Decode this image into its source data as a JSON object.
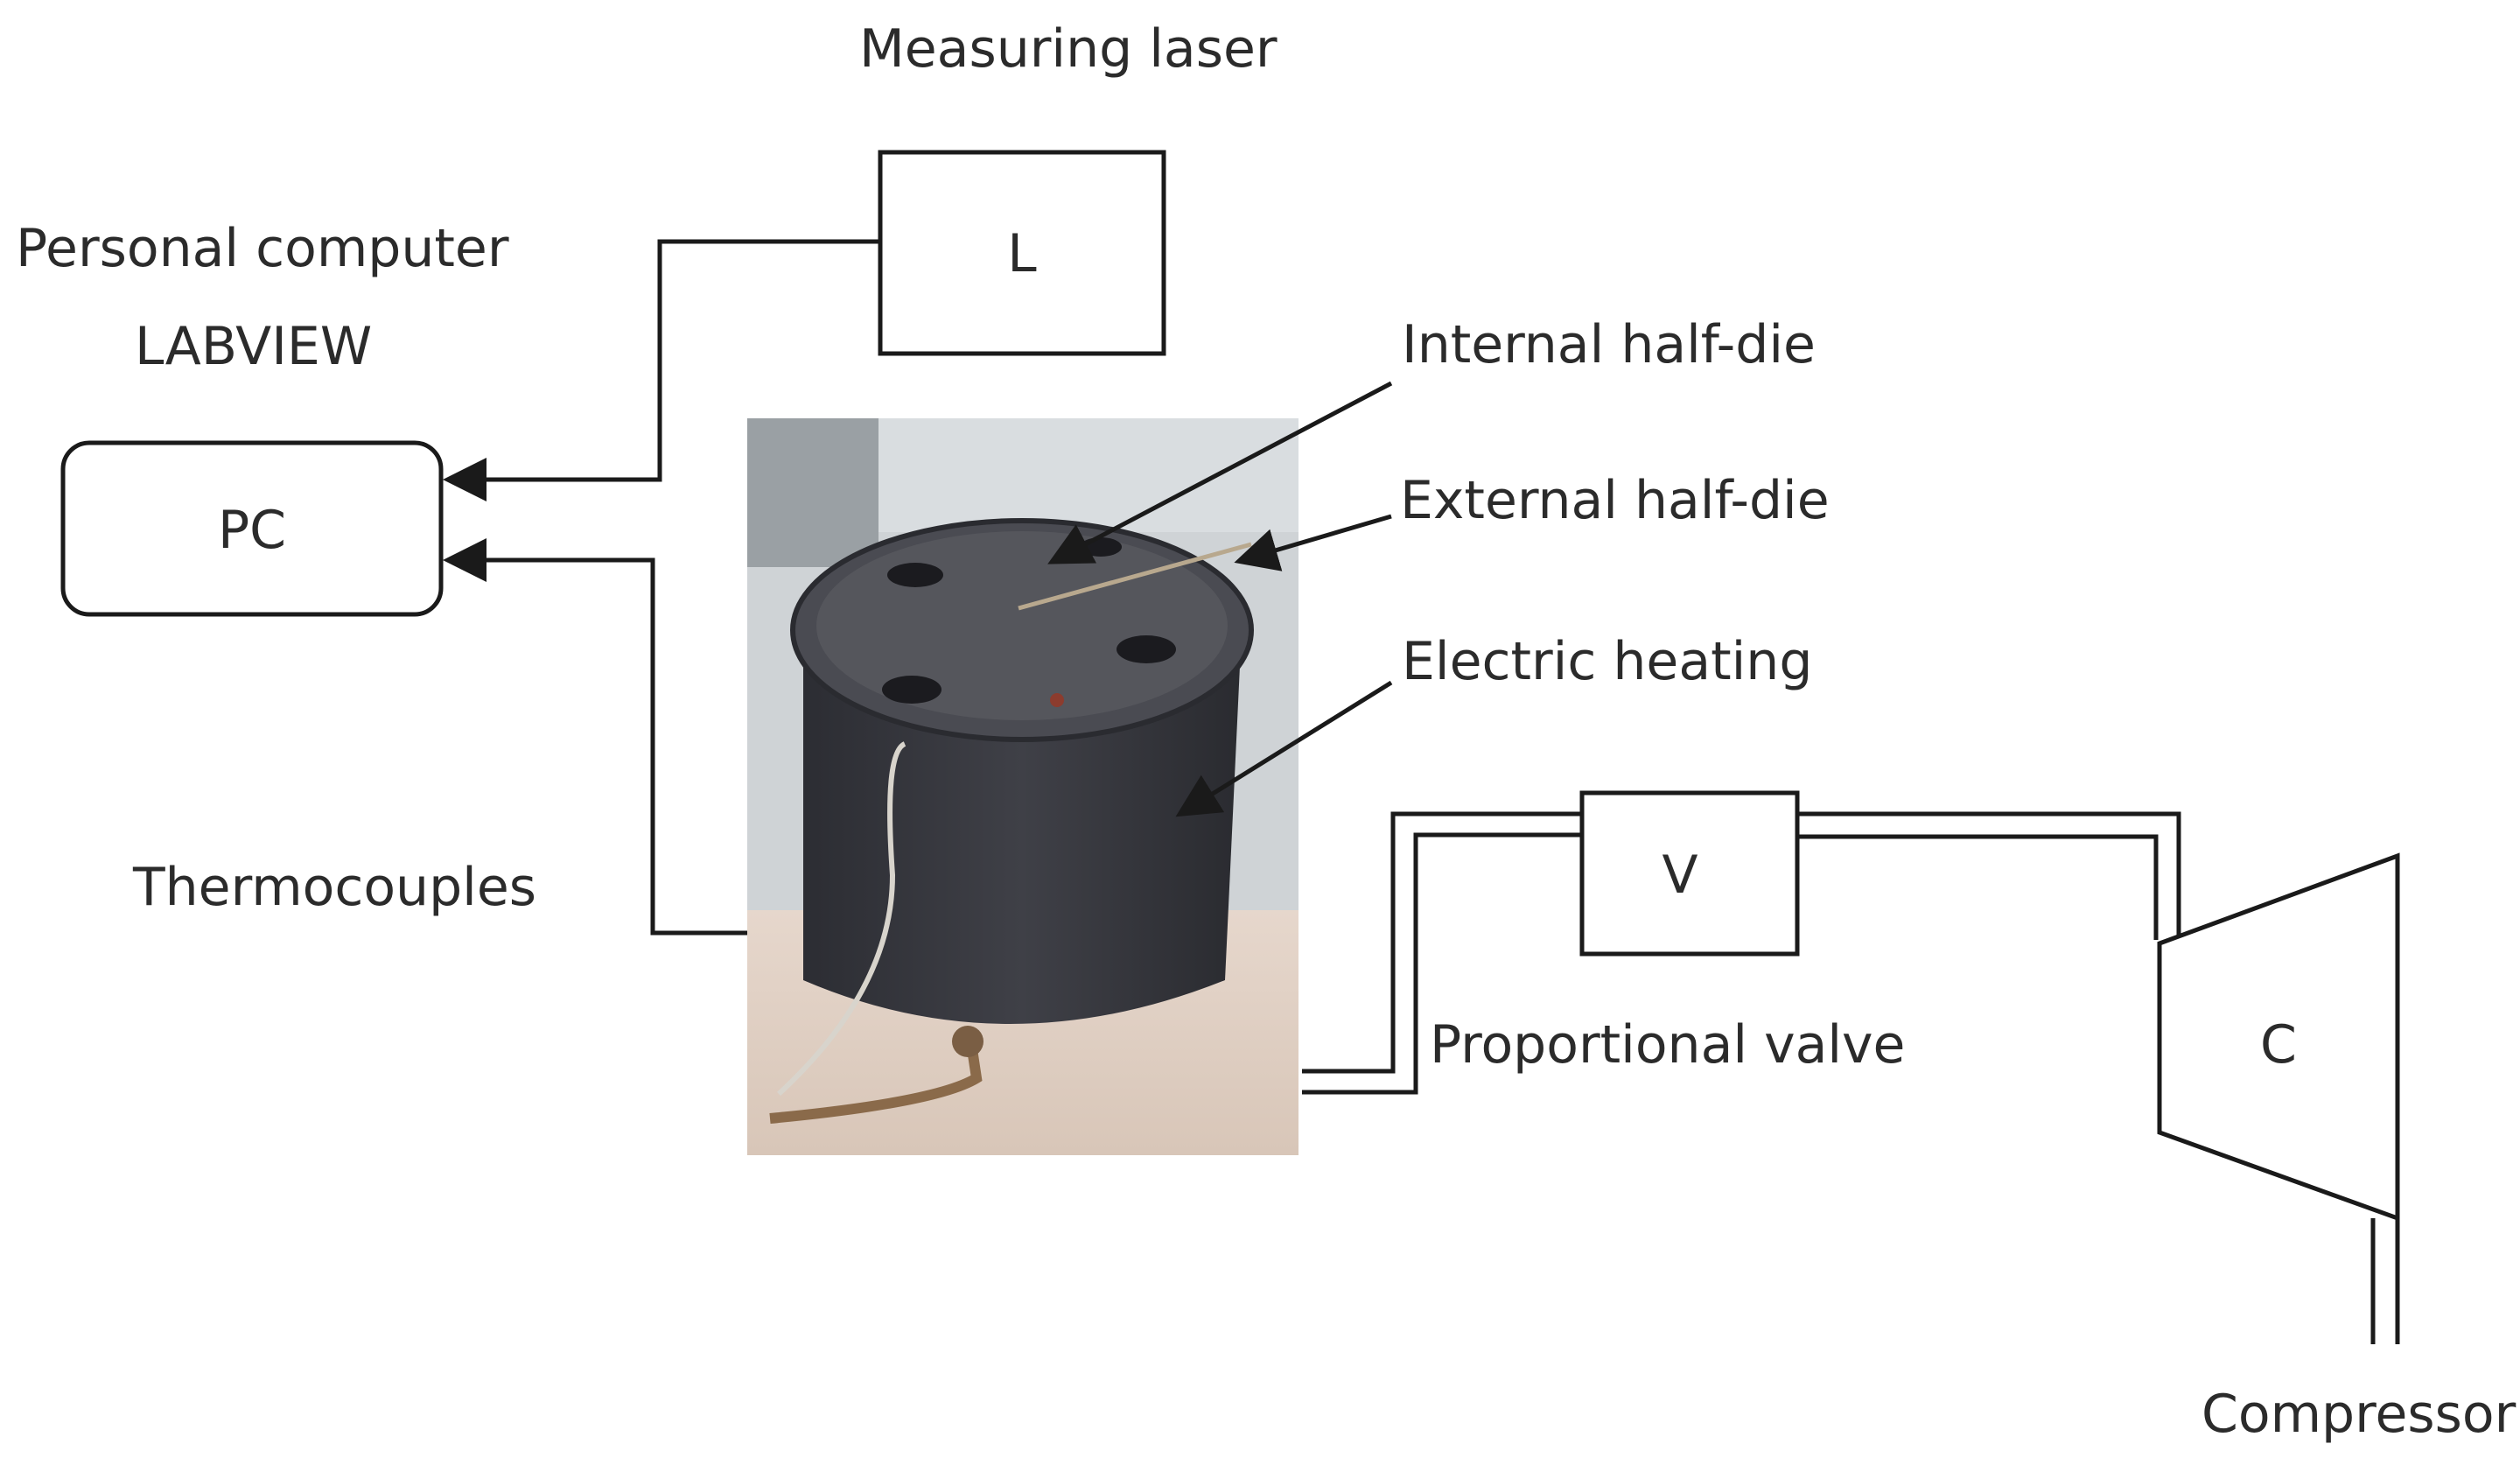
{
  "labels": {
    "measuring_laser": "Measuring laser",
    "personal_computer": "Personal computer",
    "labview": "LABVIEW",
    "internal_half_die": "Internal half-die",
    "external_half_die": "External half-die",
    "electric_heating": "Electric heating",
    "thermocouples": "Thermocouples",
    "proportional_valve": "Proportional valve",
    "compressor": "Compressor"
  },
  "nodes": {
    "laser": "L",
    "pc": "PC",
    "valve": "V",
    "compressor": "C"
  },
  "colors": {
    "line": "#1a1a1a",
    "text": "#2b2b2b",
    "die_body": "#3a3a40",
    "die_top": "#4a4a50",
    "background_photo": "#cfd3d6"
  }
}
